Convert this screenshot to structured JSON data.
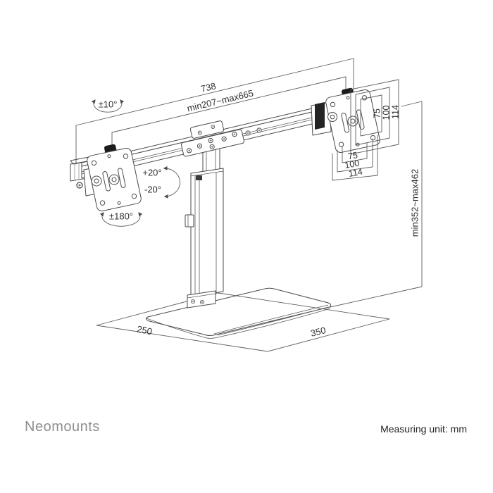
{
  "brand": {
    "logo": "Neomounts"
  },
  "footer": {
    "measuring_unit": "Measuring unit: mm"
  },
  "diagram": {
    "dimensions": {
      "bar_total_length": "738",
      "vesa_span": "min207~max665",
      "height_range": "min352~max462",
      "base_depth": "250",
      "base_width": "350",
      "vesa_vertical": [
        "75",
        "100",
        "114"
      ],
      "vesa_horizontal": [
        "75",
        "100",
        "114"
      ]
    },
    "angles": {
      "swivel": "±10°",
      "tilt_up": "+20°",
      "tilt_down": "-20°",
      "rotation": "±180°"
    }
  }
}
